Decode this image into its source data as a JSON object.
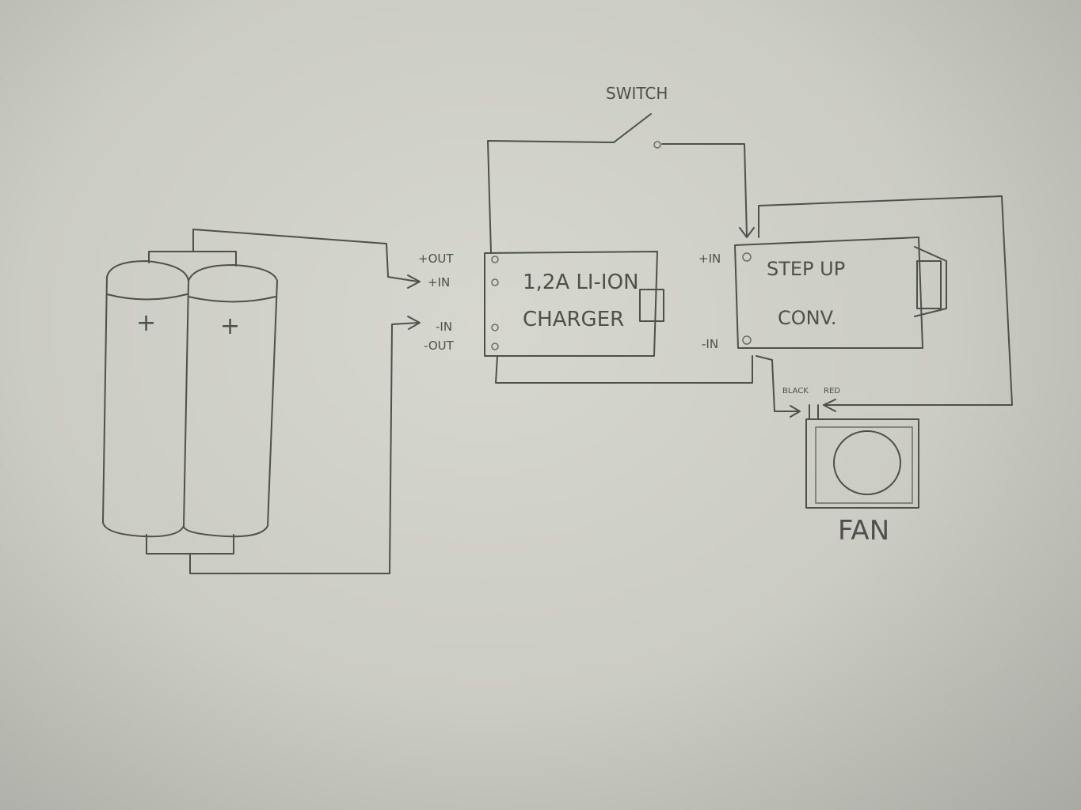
{
  "switch_label": "SWITCH",
  "charger": {
    "line1": "1,2A LI-ION",
    "line2": "CHARGER",
    "pins": [
      "+OUT",
      "+IN",
      "-IN",
      "-OUT"
    ]
  },
  "converter": {
    "line1": "STEP UP",
    "line2": "CONV.",
    "pins": [
      "+IN",
      "-IN"
    ]
  },
  "fan": {
    "label": "FAN",
    "wire_black": "BLACK",
    "wire_red": "RED"
  },
  "battery": {
    "cell_marks": [
      "+",
      "+"
    ]
  },
  "colors": {
    "paper": "#cfd0c8",
    "pencil": "#4d504b"
  }
}
